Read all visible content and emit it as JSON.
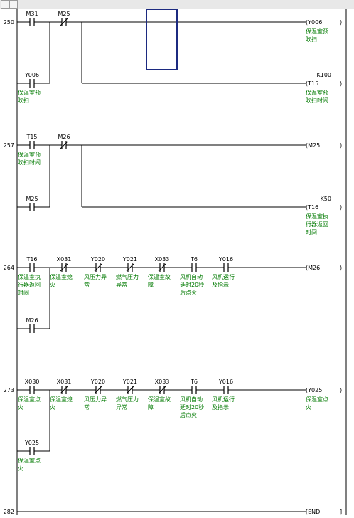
{
  "colors": {
    "comment": "#007a00",
    "wire": "#000000",
    "cursor": "#1c2a80"
  },
  "rungs": [
    {
      "step": "250",
      "contacts": [
        {
          "dev": "M31",
          "type": "NO"
        },
        {
          "dev": "M25",
          "type": "NC"
        }
      ],
      "parallel": [
        {
          "dev": "Y006",
          "type": "NO",
          "comment": [
            "保温室预",
            "吹扫"
          ]
        }
      ],
      "outputs": [
        {
          "text": "(Y006",
          "comment": [
            "保温室预",
            "吹扫"
          ]
        },
        {
          "text": "(T15",
          "const": "K100",
          "comment": [
            "保温室预",
            "吹扫时间"
          ]
        }
      ]
    },
    {
      "step": "257",
      "contacts": [
        {
          "dev": "T15",
          "type": "NO",
          "comment": [
            "保温室预",
            "吹扫时间"
          ]
        },
        {
          "dev": "M26",
          "type": "NC"
        }
      ],
      "parallel": [
        {
          "dev": "M25",
          "type": "NO"
        }
      ],
      "outputs": [
        {
          "text": "(M25"
        },
        {
          "text": "(T16",
          "const": "K50",
          "comment": [
            "保温室执",
            "行器返回",
            "时间"
          ]
        }
      ]
    },
    {
      "step": "264",
      "contacts": [
        {
          "dev": "T16",
          "type": "NO",
          "comment": [
            "保温室执",
            "行器返回",
            "时间"
          ]
        },
        {
          "dev": "X031",
          "type": "NC",
          "comment": [
            "保温室熄",
            "火"
          ]
        },
        {
          "dev": "Y020",
          "type": "NC",
          "comment": [
            "风压力异",
            "常"
          ]
        },
        {
          "dev": "Y021",
          "type": "NC",
          "comment": [
            "燃气压力",
            "异常"
          ]
        },
        {
          "dev": "X033",
          "type": "NC",
          "comment": [
            "保温室故",
            "障"
          ]
        },
        {
          "dev": "T6",
          "type": "NO",
          "comment": [
            "风机自动",
            "延时20秒",
            "后点火"
          ]
        },
        {
          "dev": "Y016",
          "type": "NO",
          "comment": [
            "风机运行",
            "及指示"
          ]
        }
      ],
      "parallel": [
        {
          "dev": "M26",
          "type": "NO"
        }
      ],
      "outputs": [
        {
          "text": "(M26"
        }
      ]
    },
    {
      "step": "273",
      "contacts": [
        {
          "dev": "X030",
          "type": "NO",
          "comment": [
            "保温室点",
            "火"
          ]
        },
        {
          "dev": "X031",
          "type": "NC",
          "comment": [
            "保温室熄",
            "火"
          ]
        },
        {
          "dev": "Y020",
          "type": "NC",
          "comment": [
            "风压力异",
            "常"
          ]
        },
        {
          "dev": "Y021",
          "type": "NC",
          "comment": [
            "燃气压力",
            "异常"
          ]
        },
        {
          "dev": "X033",
          "type": "NC",
          "comment": [
            "保温室故",
            "障"
          ]
        },
        {
          "dev": "T6",
          "type": "NO",
          "comment": [
            "风机自动",
            "延时20秒",
            "后点火"
          ]
        },
        {
          "dev": "Y016",
          "type": "NO",
          "comment": [
            "风机运行",
            "及指示"
          ]
        }
      ],
      "parallel": [
        {
          "dev": "Y025",
          "type": "NO",
          "comment": [
            "保温室点",
            "火"
          ]
        }
      ],
      "outputs": [
        {
          "text": "(Y025",
          "comment": [
            "保温室点",
            "火"
          ]
        }
      ]
    },
    {
      "step": "282",
      "outputs": [
        {
          "text": "[END"
        }
      ]
    }
  ]
}
